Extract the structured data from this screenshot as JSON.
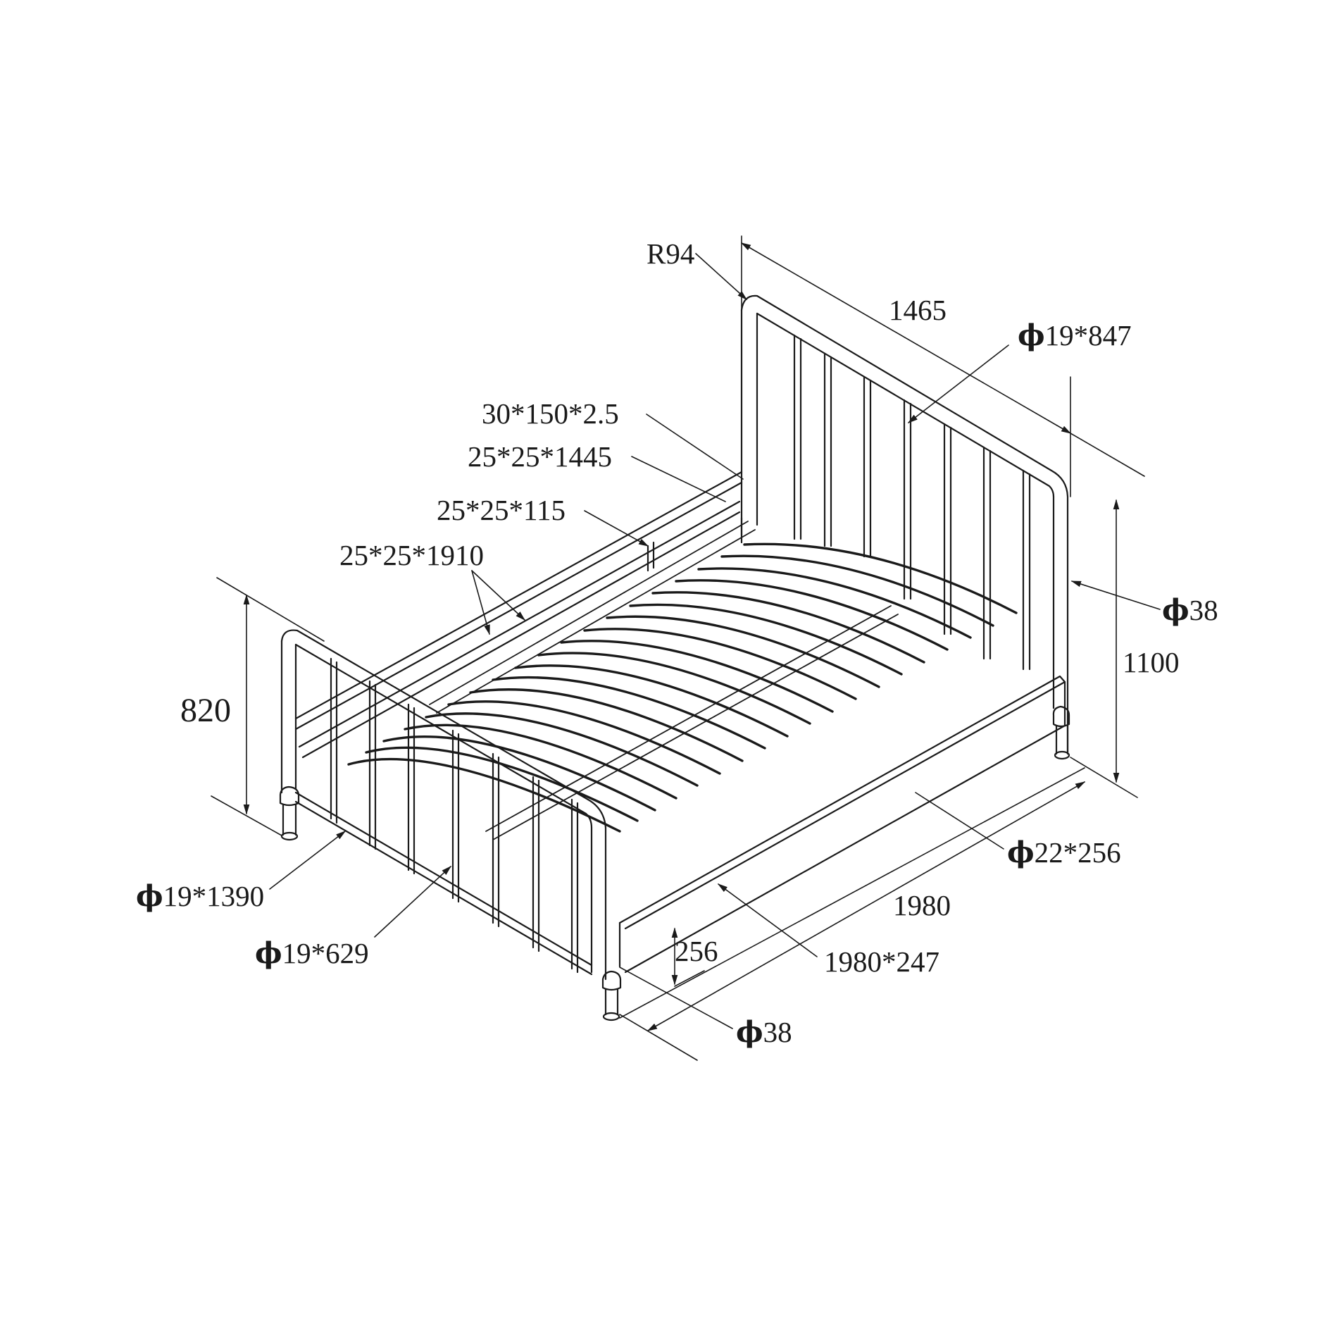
{
  "drawing": {
    "subject": "Metal bed frame, isometric dimension drawing",
    "line_color": "#1a1a1a",
    "background": "#ffffff"
  },
  "labels": {
    "radius": "R94",
    "headboard_width": "1465",
    "headboard_bar": "19*847",
    "slat_plate": "30*150*2.5",
    "cross_rail_long": "25*25*1445",
    "cross_post": "25*25*115",
    "side_rail_inner": "25*25*1910",
    "post_dia_head": "38",
    "headboard_height": "1100",
    "footboard_height": "820",
    "center_leg": "22*256",
    "bed_length": "1980",
    "side_panel": "1980*247",
    "leg_height": "256",
    "post_dia_foot": "38",
    "footboard_rail": "19*1390",
    "footboard_bar": "19*629",
    "phi_symbol": "ϕ"
  }
}
